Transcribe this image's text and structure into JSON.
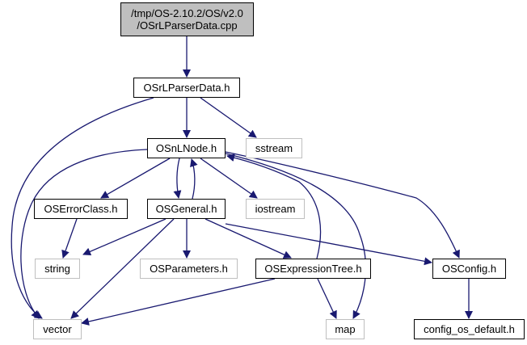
{
  "diagram": {
    "type": "include-dependency-graph",
    "edge_color": "#191970",
    "colors": {
      "root_fill": "#bfbfbf",
      "node_border": "#000000",
      "system_border": "#bfbfbf"
    },
    "nodes": [
      {
        "id": "root",
        "label_lines": [
          "/tmp/OS-2.10.2/OS/v2.0",
          "/OSrLParserData.cpp"
        ],
        "kind": "root"
      },
      {
        "id": "parserdata_h",
        "label": "OSrLParserData.h",
        "kind": "local"
      },
      {
        "id": "osnlnode_h",
        "label": "OSnLNode.h",
        "kind": "local"
      },
      {
        "id": "sstream",
        "label": "sstream",
        "kind": "system"
      },
      {
        "id": "oserrorclass_h",
        "label": "OSErrorClass.h",
        "kind": "local"
      },
      {
        "id": "osgeneral_h",
        "label": "OSGeneral.h",
        "kind": "local"
      },
      {
        "id": "iostream",
        "label": "iostream",
        "kind": "system"
      },
      {
        "id": "string",
        "label": "string",
        "kind": "system"
      },
      {
        "id": "osparameters_h",
        "label": "OSParameters.h",
        "kind": "system"
      },
      {
        "id": "osexpressiontree_h",
        "label": "OSExpressionTree.h",
        "kind": "local"
      },
      {
        "id": "osconfig_h",
        "label": "OSConfig.h",
        "kind": "local"
      },
      {
        "id": "vector",
        "label": "vector",
        "kind": "system"
      },
      {
        "id": "map",
        "label": "map",
        "kind": "system"
      },
      {
        "id": "config_os_default_h",
        "label": "config_os_default.h",
        "kind": "local"
      }
    ],
    "edges": [
      [
        "root",
        "parserdata_h"
      ],
      [
        "parserdata_h",
        "osnlnode_h"
      ],
      [
        "parserdata_h",
        "sstream"
      ],
      [
        "parserdata_h",
        "vector"
      ],
      [
        "osnlnode_h",
        "oserrorclass_h"
      ],
      [
        "osnlnode_h",
        "osgeneral_h"
      ],
      [
        "osnlnode_h",
        "iostream"
      ],
      [
        "osnlnode_h",
        "vector"
      ],
      [
        "osnlnode_h",
        "map"
      ],
      [
        "osnlnode_h",
        "osconfig_h"
      ],
      [
        "osgeneral_h",
        "osnlnode_h"
      ],
      [
        "osgeneral_h",
        "string"
      ],
      [
        "osgeneral_h",
        "osparameters_h"
      ],
      [
        "osgeneral_h",
        "vector"
      ],
      [
        "osgeneral_h",
        "osexpressiontree_h"
      ],
      [
        "osgeneral_h",
        "osconfig_h"
      ],
      [
        "oserrorclass_h",
        "string"
      ],
      [
        "osexpressiontree_h",
        "osnlnode_h"
      ],
      [
        "osexpressiontree_h",
        "vector"
      ],
      [
        "osexpressiontree_h",
        "map"
      ],
      [
        "osconfig_h",
        "config_os_default_h"
      ]
    ]
  }
}
